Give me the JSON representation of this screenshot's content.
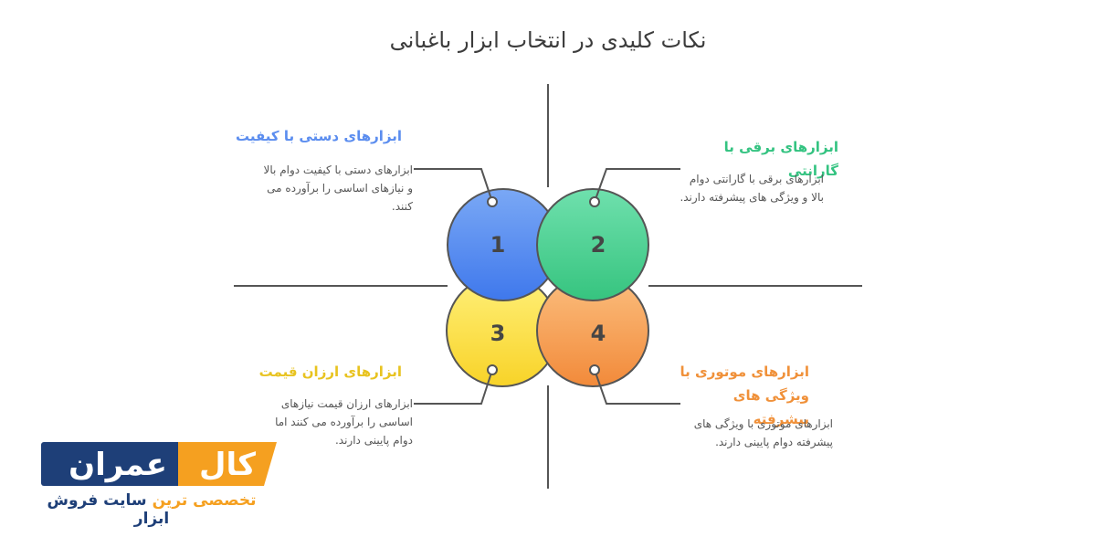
{
  "title": "نکات کلیدی در انتخاب ابزار باغبانی",
  "items": [
    {
      "number": "1",
      "heading": "ابزارهای دستی با کیفیت",
      "heading_color": "#5b8def",
      "lines": [
        "ابزارهای دستی با کیفیت دوام بالا",
        "و نیازهای اساسی را برآورده می",
        "کنند."
      ]
    },
    {
      "number": "2",
      "heading": "ابزارهای برقی با گارانتی",
      "heading_color": "#34c381",
      "lines": [
        "ابزارهای برقی با گارانتی دوام",
        "بالا و ویژگی های پیشرفته دارند."
      ]
    },
    {
      "number": "3",
      "heading": "ابزارهای ارزان قیمت",
      "heading_color": "#e8c320",
      "lines": [
        "ابزارهای ارزان قیمت نیازهای",
        "اساسی را برآورده می کنند اما",
        "دوام پایینی دارند."
      ]
    },
    {
      "number": "4",
      "heading_lines": [
        "ابزارهای موتوری با",
        "ویژگی های پیشرفته"
      ],
      "heading_color": "#f0913a",
      "lines": [
        "ابزارهای موتوری با ویژگی های",
        "پیشرفته دوام پایینی دارند."
      ]
    }
  ],
  "colors": {
    "circle1": "#5c8ff0",
    "circle2": "#4fd39a",
    "circle3": "#ffe054",
    "circle4": "#f59a50",
    "line": "#555555"
  },
  "logo": {
    "brand_kal": "کال",
    "brand_omran": "عمران",
    "tagline_orange": "تخصصی ترین",
    "tagline_blue": "سایت فروش ابزار",
    "color_blue": "#1e3f78",
    "color_orange": "#f5a020"
  }
}
